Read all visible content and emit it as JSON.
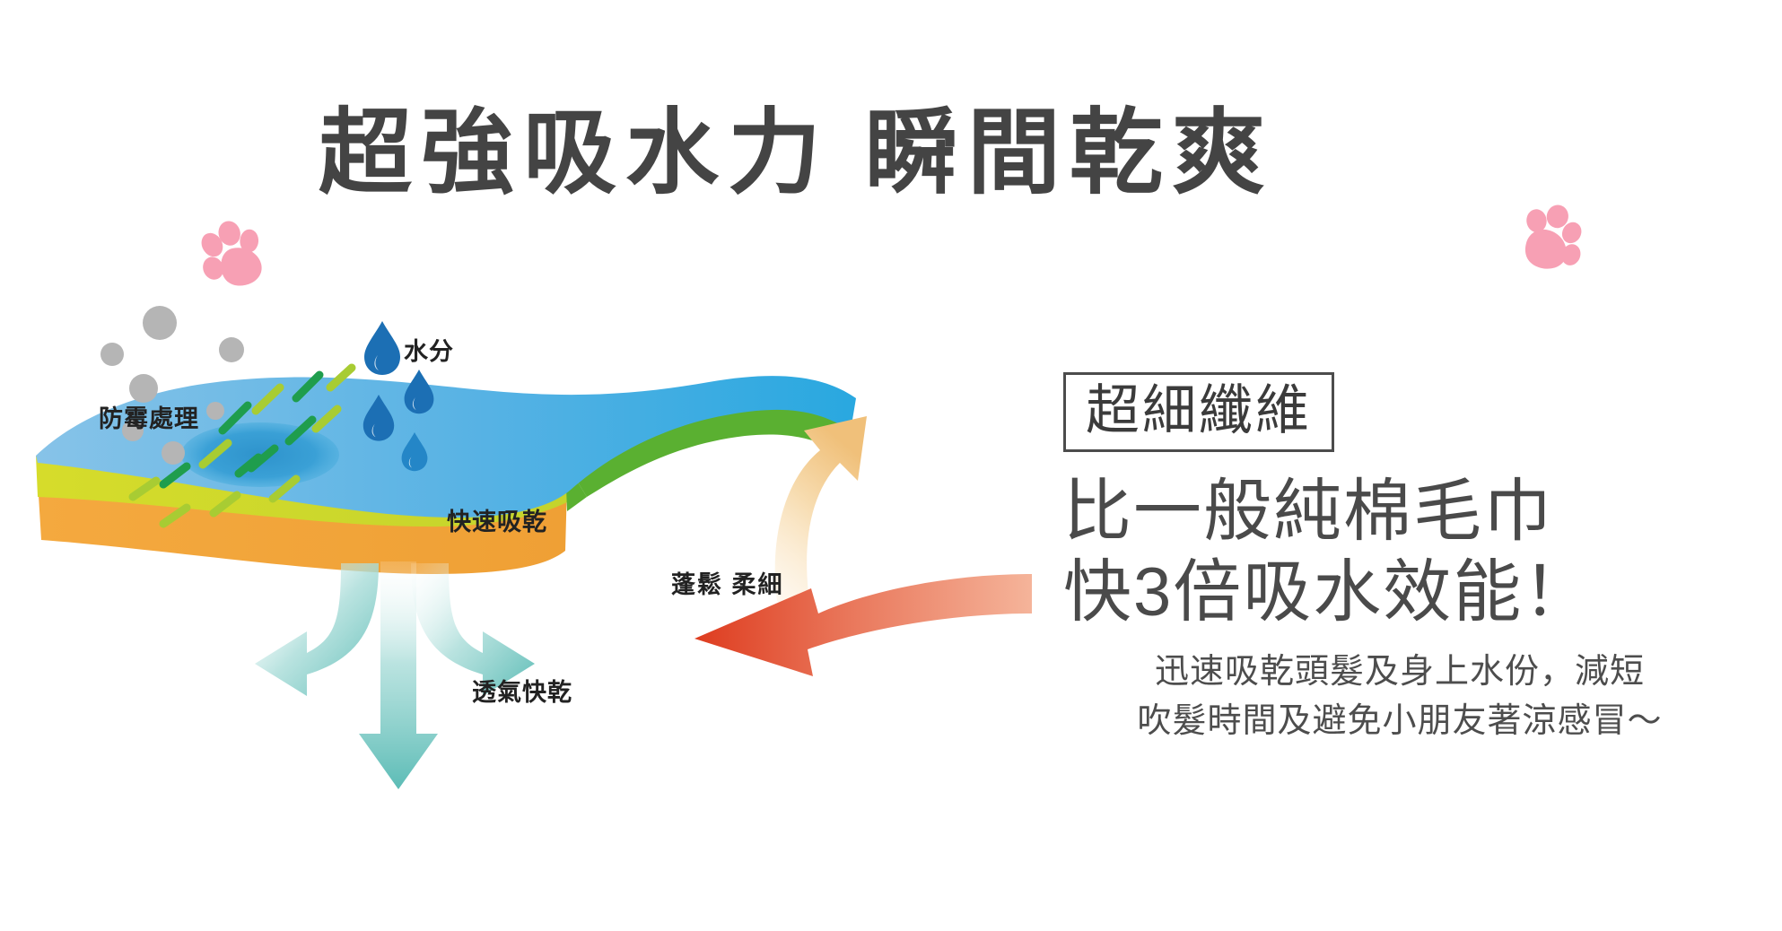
{
  "headline": {
    "text": "超強吸水力 瞬間乾爽",
    "color": "#444444",
    "paw_color": "#f7a0b4",
    "paw_left_icon": "paw-print-icon",
    "paw_right_icon": "paw-print-icon"
  },
  "diagram": {
    "labels": {
      "mold": "防霉處理",
      "water": "水分",
      "fast_absorb": "快速吸乾",
      "fluffy": "蓬鬆 柔細",
      "breathable": "透氣快乾"
    },
    "layers": [
      {
        "name": "top-absorbent-layer",
        "color": "#5cb3e4"
      },
      {
        "name": "middle-fiber-layer",
        "color": "#cdd72e"
      },
      {
        "name": "bottom-base-layer",
        "color": "#f2a33c"
      },
      {
        "name": "green-edge-layer",
        "color": "#5ab031"
      }
    ],
    "colors": {
      "water_drop": "#1c6fb4",
      "absorb_spot": "#3a9fd4",
      "mold_bubble": "#b5b5b5",
      "fiber_dash_dark": "#1f9d4d",
      "fiber_dash_light": "#a8cc33",
      "breathe_arrow": "#63bfba",
      "fluffy_arrow": "#f5d3a0",
      "pointer_arrow": "#e0472c"
    },
    "mold_bubbles": 7,
    "water_drops": 4,
    "breathe_arrows": 3
  },
  "right_panel": {
    "badge": "超細纖維",
    "headline_lines": [
      "比一般純棉毛巾",
      "快3倍吸水效能！"
    ],
    "sub_lines": [
      "迅速吸乾頭髮及身上水份，減短",
      "吹髮時間及避免小朋友著涼感冒～"
    ],
    "badge_border_color": "#4c4c4c",
    "text_color": "#4a4a4a"
  }
}
